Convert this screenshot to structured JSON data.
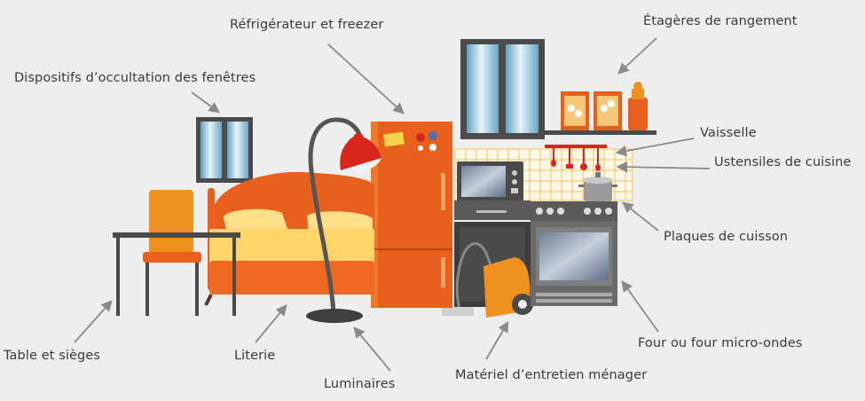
{
  "labels": {
    "refrigerator": "Réfrigérateur et freezer",
    "shelves": "Étagères de rangement",
    "window_covering": "Dispositifs d’occultation des fenêtres",
    "dishes": "Vaisselle",
    "utensils": "Ustensiles de cuisine",
    "hobs": "Plaques de cuisson",
    "oven": "Four ou four micro-ondes",
    "cleaning": "Matériel d’entretien ménager",
    "lighting": "Luminaires",
    "bedding": "Literie",
    "table_chairs": "Table et sièges"
  },
  "colors": {
    "background": "#eeeeee",
    "orange": "#e8601c",
    "orange_light": "#f0901e",
    "yellow": "#ffe08a",
    "dark_grey": "#4a4a4a",
    "window_blue": "#7fb4cc",
    "lamp_red": "#d8261c",
    "arrow": "#8a8a8a"
  },
  "icons": [
    "window-icon",
    "bed-icon",
    "chair-icon",
    "table-icon",
    "floor-lamp-icon",
    "fridge-icon",
    "microwave-icon",
    "dishwasher-icon",
    "vacuum-icon",
    "oven-icon",
    "pot-icon",
    "utensil-rail-icon",
    "shelf-icon"
  ]
}
